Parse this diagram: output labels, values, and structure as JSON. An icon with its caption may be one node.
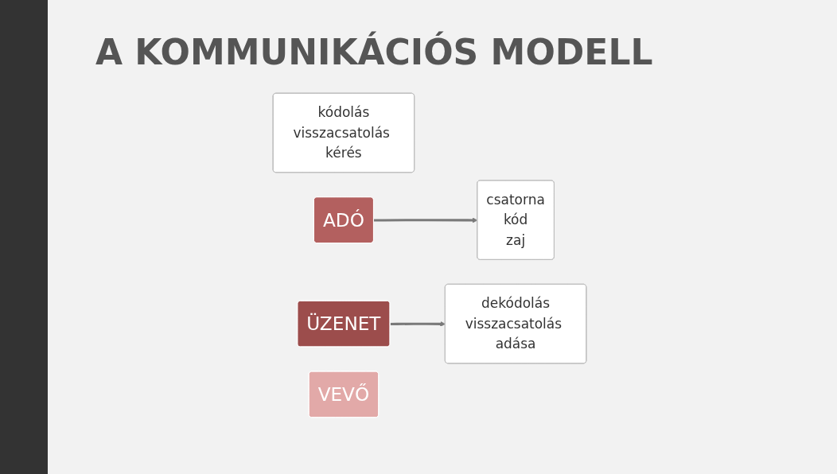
{
  "diagram": {
    "title": "A KOMMUNIKÁCIÓS MODELL",
    "nodes": [
      {
        "text": [
          "kódolás",
          "visszacsatolás kérés"
        ]
      },
      {
        "text": [
          "ADÓ"
        ]
      },
      {
        "text": [
          "csatorna",
          "kód",
          "zaj"
        ]
      },
      {
        "text": [
          "ÜZENET"
        ]
      },
      {
        "text": [
          "dekódolás",
          "visszacsatolás adása"
        ]
      },
      {
        "text": [
          "VEVŐ"
        ]
      }
    ],
    "edges": [
      {
        "from": 1,
        "to": 2,
        "arrow": "to"
      },
      {
        "from": 3,
        "to": 4,
        "arrow": "to"
      }
    ]
  }
}
